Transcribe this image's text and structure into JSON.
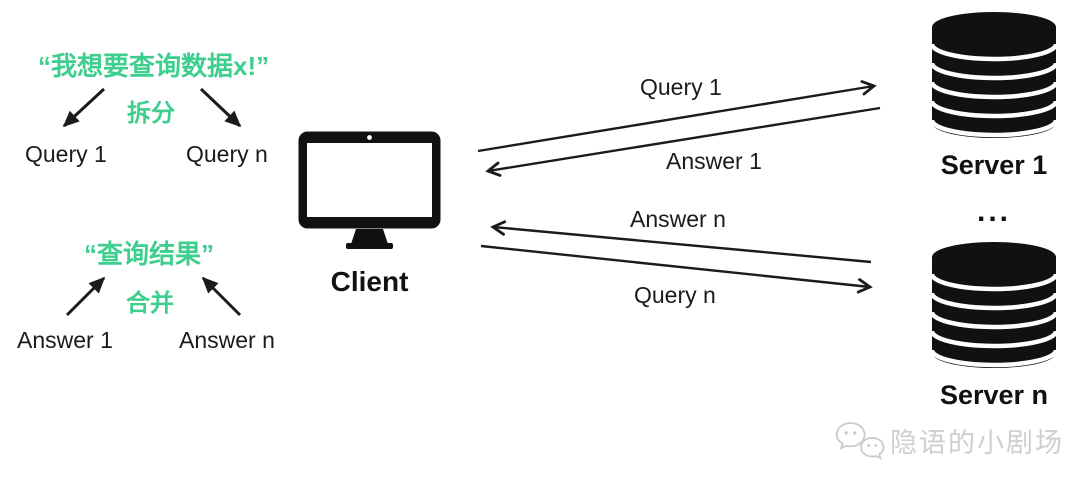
{
  "colors": {
    "accent_green": "#3ecf8e",
    "ink": "#1b1b1b",
    "watermark_gray": "#cfcfcf"
  },
  "left_flow": {
    "request": "“我想要查询数据x!”",
    "split_label": "拆分",
    "query_1": "Query 1",
    "query_n": "Query n",
    "result": "“查询结果”",
    "merge_label": "合并",
    "answer_1": "Answer 1",
    "answer_n": "Answer n"
  },
  "client": {
    "label": "Client",
    "icon": "desktop-monitor-icon"
  },
  "channels": {
    "query_1": "Query 1",
    "answer_1": "Answer 1",
    "answer_n": "Answer n",
    "query_n": "Query n"
  },
  "servers": {
    "server_1_label": "Server 1",
    "ellipsis": "...",
    "server_n_label": "Server n",
    "icon": "database-icon"
  },
  "watermark": {
    "text": "隐语的小剧场",
    "icon": "wechat-icon"
  }
}
